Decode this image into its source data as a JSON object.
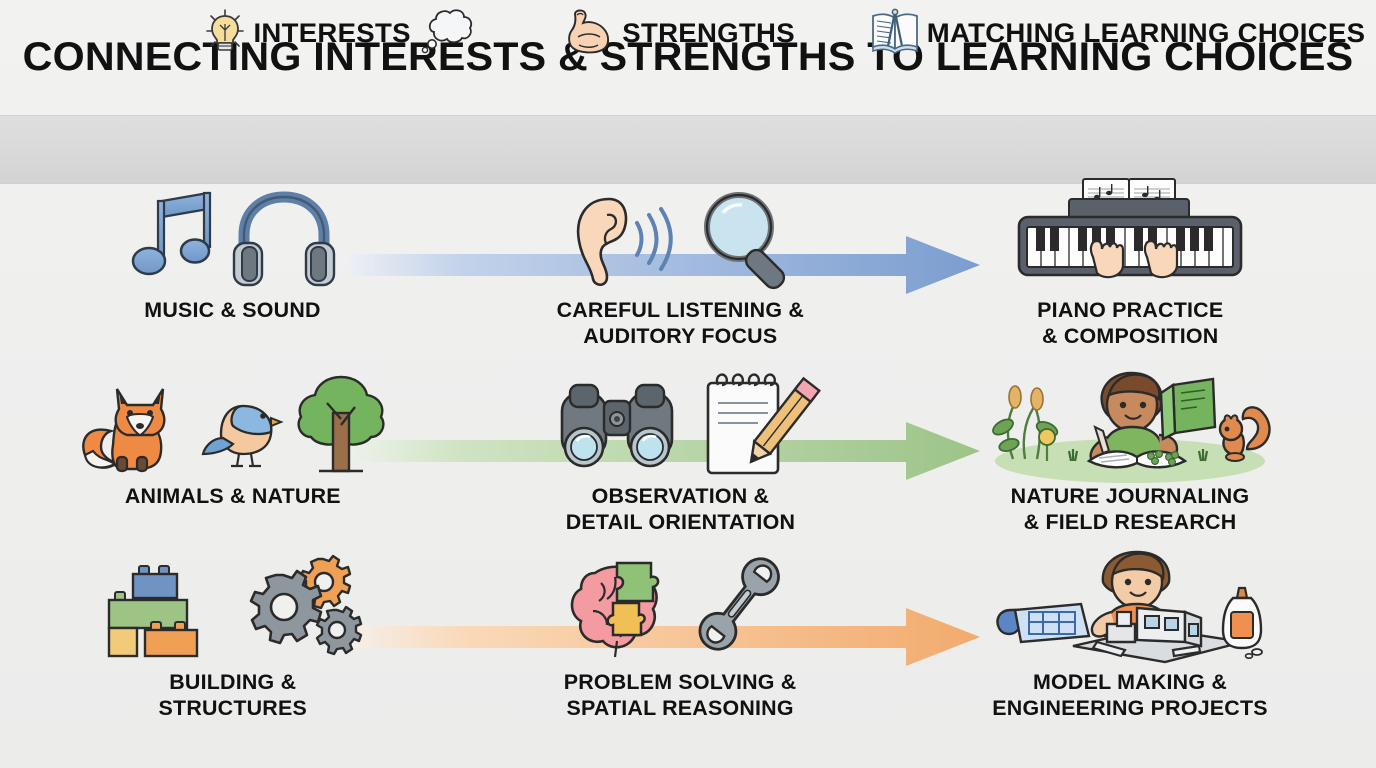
{
  "title": "CONNECTING INTERESTS & STRENGTHS TO LEARNING CHOICES",
  "header": {
    "columns": [
      {
        "label": "INTERESTS",
        "lead_icon": "lightbulb-icon",
        "trail_icon": "thought-bubble-icon"
      },
      {
        "label": "STRENGTHS",
        "lead_icon": "flexed-bicep-icon",
        "trail_icon": ""
      },
      {
        "label": "MATCHING LEARNING CHOICES",
        "lead_icon": "open-book-compass-icon",
        "trail_icon": ""
      }
    ]
  },
  "rows": [
    {
      "interest": {
        "label": "MUSIC & SOUND",
        "icons": [
          "music-note-icon",
          "headphones-icon"
        ]
      },
      "strength": {
        "label_line1": "CAREFUL LISTENING &",
        "label_line2": "AUDITORY FOCUS",
        "icons": [
          "ear-soundwaves-icon",
          "magnifying-glass-icon"
        ]
      },
      "choice": {
        "label_line1": "PIANO PRACTICE",
        "label_line2": "& COMPOSITION",
        "icons": [
          "piano-keyboard-sheet-music-hands-icon"
        ]
      },
      "arrow_color": "#7b9dd0",
      "arrow_color_light": "#c8d6ec"
    },
    {
      "interest": {
        "label": "ANIMALS & NATURE",
        "icons": [
          "fox-icon",
          "bluebird-icon",
          "tree-icon"
        ]
      },
      "strength": {
        "label_line1": "OBSERVATION &",
        "label_line2": "DETAIL ORIENTATION",
        "icons": [
          "binoculars-icon",
          "notepad-pencil-icon"
        ]
      },
      "choice": {
        "label_line1": "NATURE JOURNALING",
        "label_line2": "& FIELD RESEARCH",
        "icons": [
          "child-nature-journaling-squirrel-icon"
        ]
      },
      "arrow_color": "#9cc488",
      "arrow_color_light": "#d4e6c6"
    },
    {
      "interest": {
        "label_line1": "BUILDING &",
        "label_line2": "STRUCTURES",
        "icons": [
          "building-blocks-icon",
          "gears-icon"
        ]
      },
      "strength": {
        "label_line1": "PROBLEM SOLVING &",
        "label_line2": "SPATIAL REASONING",
        "icons": [
          "brain-puzzle-icon",
          "wrench-icon"
        ]
      },
      "choice": {
        "label_line1": "MODEL MAKING &",
        "label_line2": "ENGINEERING PROJECTS",
        "icons": [
          "child-model-building-blueprint-glue-icon"
        ]
      },
      "arrow_color": "#f2ab6d",
      "arrow_color_light": "#fbdcbd"
    }
  ],
  "colors": {
    "background": "#f0f0ef",
    "header_band": "#d9d9d9",
    "text": "#111111",
    "arrow_blue": "#7b9dd0",
    "arrow_green": "#9cc488",
    "arrow_orange": "#f2ab6d"
  }
}
